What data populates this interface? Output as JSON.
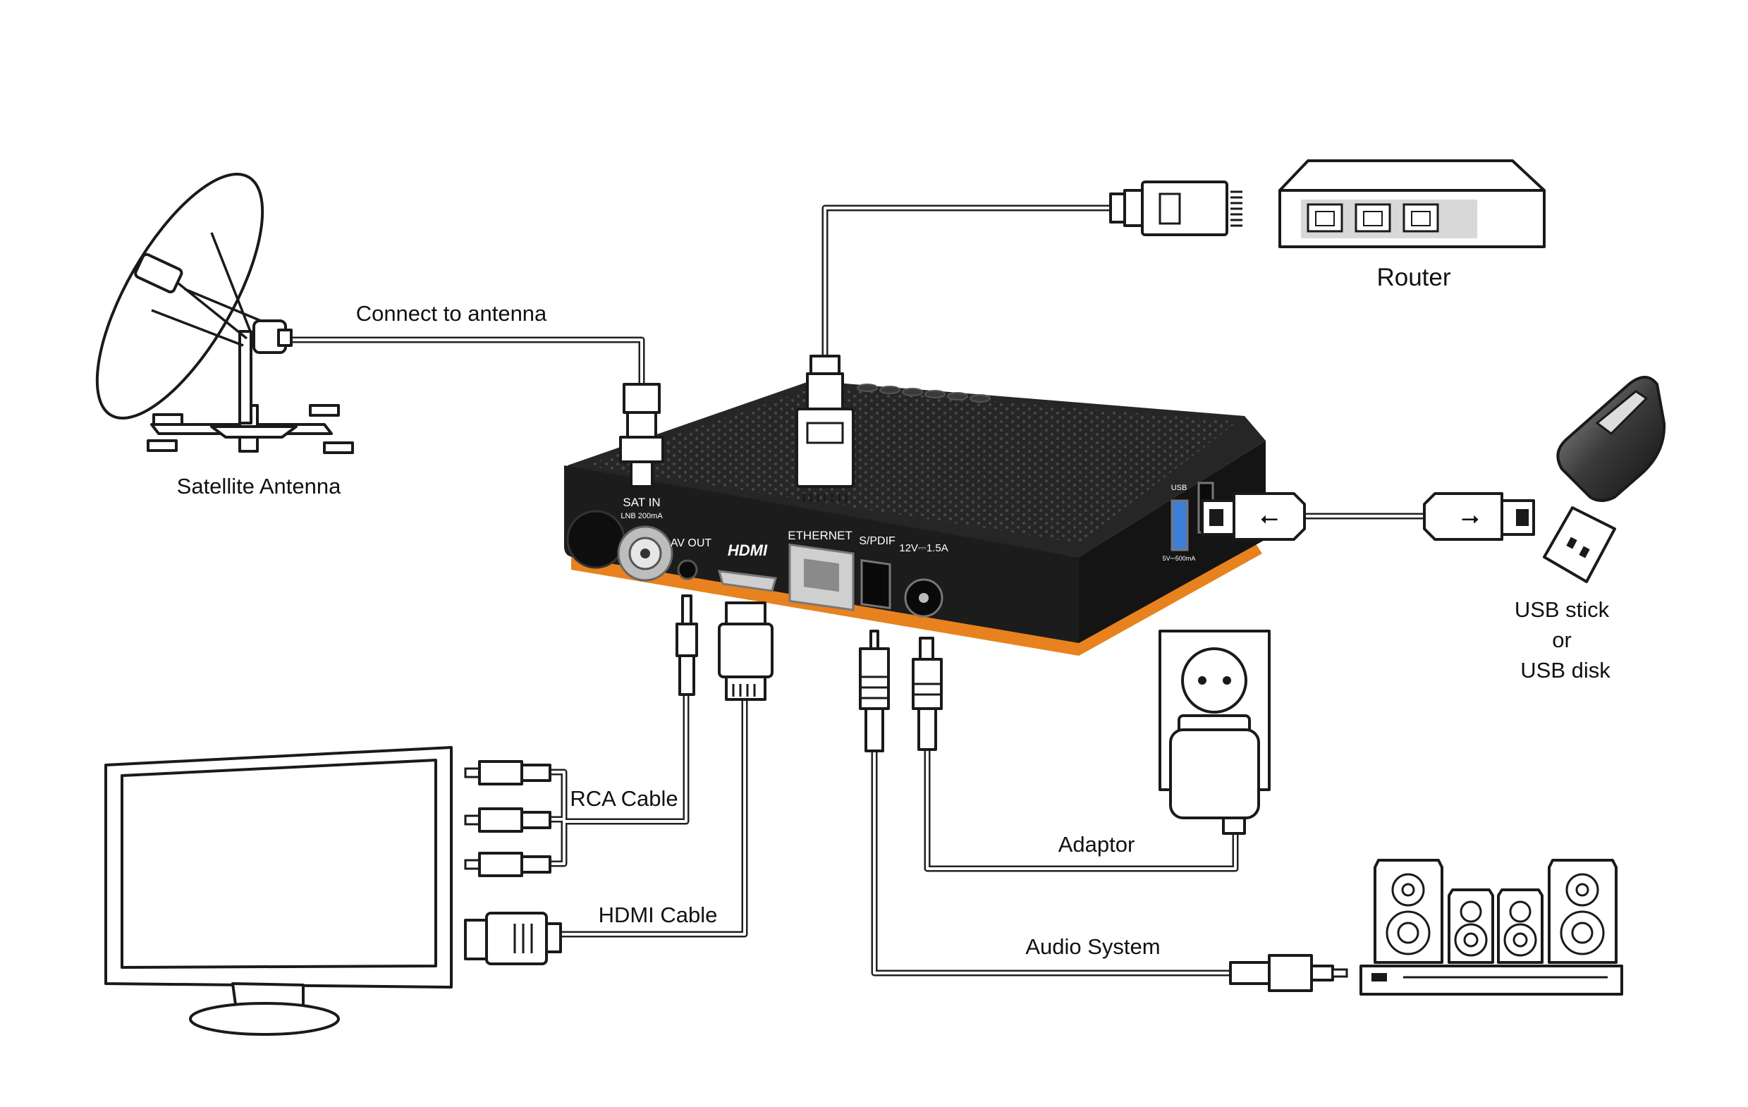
{
  "labels": {
    "connect_antenna": "Connect to antenna",
    "satellite_antenna": "Satellite Antenna",
    "router": "Router",
    "usb_line1": "USB stick",
    "usb_line2": "or",
    "usb_line3": "USB disk",
    "rca_cable": "RCA Cable",
    "hdmi_cable": "HDMI Cable",
    "adaptor": "Adaptor",
    "audio_system": "Audio System"
  },
  "ports": {
    "sat_in": "SAT IN",
    "sat_in_sub": "LNB 200mA",
    "av_out": "AV OUT",
    "hdmi": "HDMI",
    "ethernet": "ETHERNET",
    "spdif": "S/PDIF",
    "power": "12V⎓1.5A",
    "usb": "USB",
    "usb_sub": "5V⎓500mA"
  },
  "colors": {
    "box_body": "#1c1c1c",
    "box_top": "#2a2a2a",
    "accent": "#e8821e",
    "outline": "#1a1a1a",
    "background": "#ffffff"
  },
  "icons": {
    "dish": "satellite-dish-icon",
    "router": "router-icon",
    "usb_stick": "usb-stick-icon",
    "tv": "tv-monitor-icon",
    "wall_socket": "wall-socket-icon",
    "speakers": "speaker-system-icon",
    "usb_symbol": "usb-symbol-icon"
  }
}
